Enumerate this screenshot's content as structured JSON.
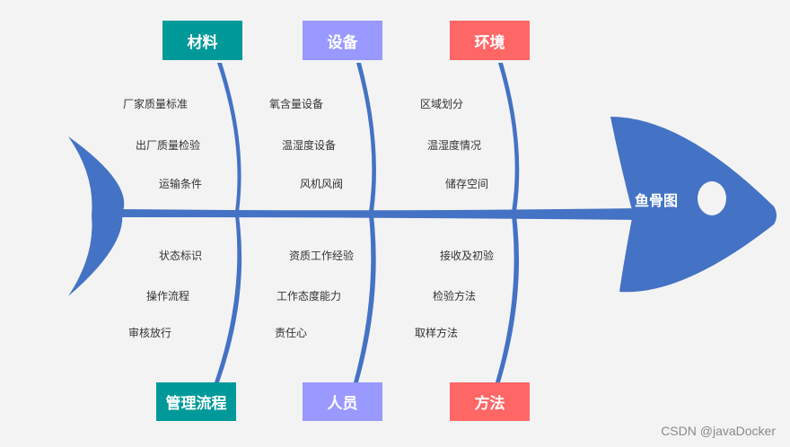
{
  "head": {
    "title": "鱼骨图"
  },
  "colors": {
    "fish": "#4472c4",
    "teal": "#009999",
    "lavender": "#9999ff",
    "coral": "#ff6666",
    "background": "#f3f3f4"
  },
  "categories": {
    "top": [
      {
        "label": "材料",
        "color": "#009999"
      },
      {
        "label": "设备",
        "color": "#9999ff"
      },
      {
        "label": "环境",
        "color": "#ff6666"
      }
    ],
    "bottom": [
      {
        "label": "管理流程",
        "color": "#009999"
      },
      {
        "label": "人员",
        "color": "#9999ff"
      },
      {
        "label": "方法",
        "color": "#ff6666"
      }
    ]
  },
  "causes": {
    "top": [
      [
        "厂家质量标准",
        "出厂质量检验",
        "运输条件"
      ],
      [
        "氧含量设备",
        "温湿度设备",
        "风机风阀"
      ],
      [
        "区域划分",
        "温湿度情况",
        "储存空间"
      ]
    ],
    "bottom": [
      [
        "状态标识",
        "操作流程",
        "审核放行"
      ],
      [
        "资质工作经验",
        "工作态度能力",
        "责任心"
      ],
      [
        "接收及初验",
        "检验方法",
        "取样方法"
      ]
    ]
  },
  "watermark": "CSDN @javaDocker"
}
